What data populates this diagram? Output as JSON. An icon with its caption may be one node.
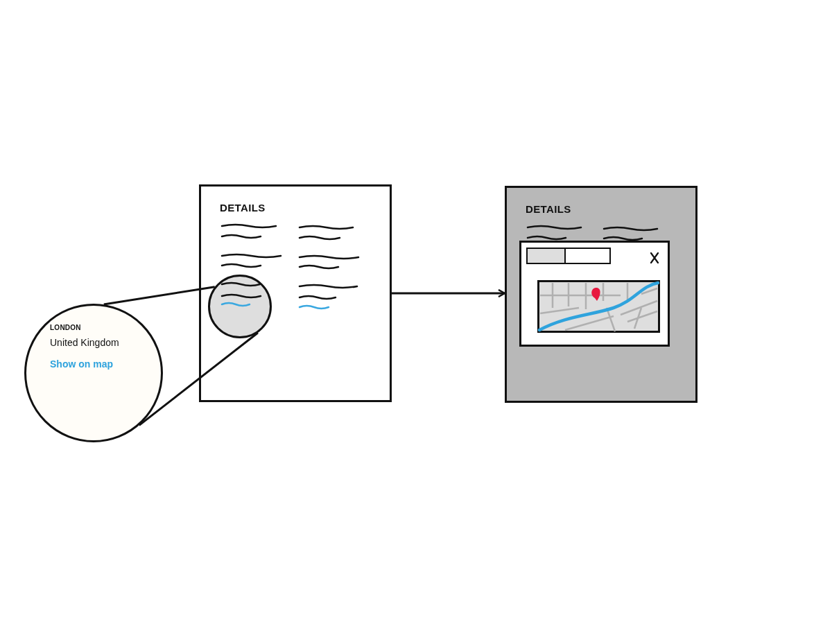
{
  "diagram": {
    "nodes": [
      {
        "text": [
          "DETAILS"
        ]
      },
      {
        "text": [],
        "shape": "circle",
        "in": 0
      },
      {
        "text": [
          "LONDON",
          "United Kingdom",
          "Show on map"
        ]
      },
      {
        "text": [
          "DETAILS"
        ]
      }
    ],
    "edges": [
      {
        "from": 0,
        "to": 3,
        "arrow": "to"
      },
      {
        "from": 2,
        "to": 1,
        "arrow": "none"
      },
      {
        "from": 2,
        "to": 1,
        "arrow": "none"
      }
    ]
  }
}
